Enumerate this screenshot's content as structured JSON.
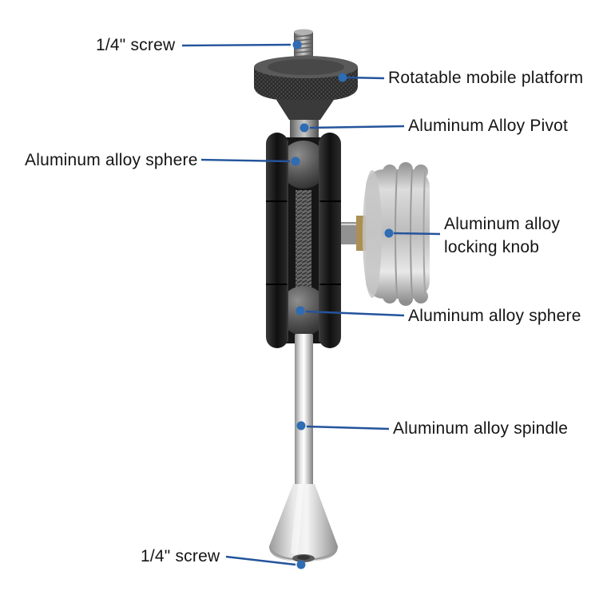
{
  "callouts": [
    {
      "id": "screw-top",
      "text": "1/4\" screw",
      "side": "left"
    },
    {
      "id": "platform",
      "text": "Rotatable mobile platform",
      "side": "right"
    },
    {
      "id": "pivot",
      "text": "Aluminum Alloy Pivot",
      "side": "right"
    },
    {
      "id": "sphere-upper",
      "text": "Aluminum alloy sphere",
      "side": "left"
    },
    {
      "id": "locking-knob",
      "text": "Aluminum alloy locking knob",
      "side": "right"
    },
    {
      "id": "sphere-lower",
      "text": "Aluminum alloy sphere",
      "side": "right"
    },
    {
      "id": "spindle",
      "text": "Aluminum alloy spindle",
      "side": "right"
    },
    {
      "id": "screw-bottom",
      "text": "1/4\" screw",
      "side": "left"
    }
  ],
  "colors": {
    "background": "#ffffff",
    "callout_line": "#24549c",
    "callout_dot": "#2e6cb4",
    "label_text": "#151515",
    "metal_dark": "#1d1d1d",
    "metal_silver": "#c8c8c8",
    "brass_washer": "#ab9055"
  }
}
